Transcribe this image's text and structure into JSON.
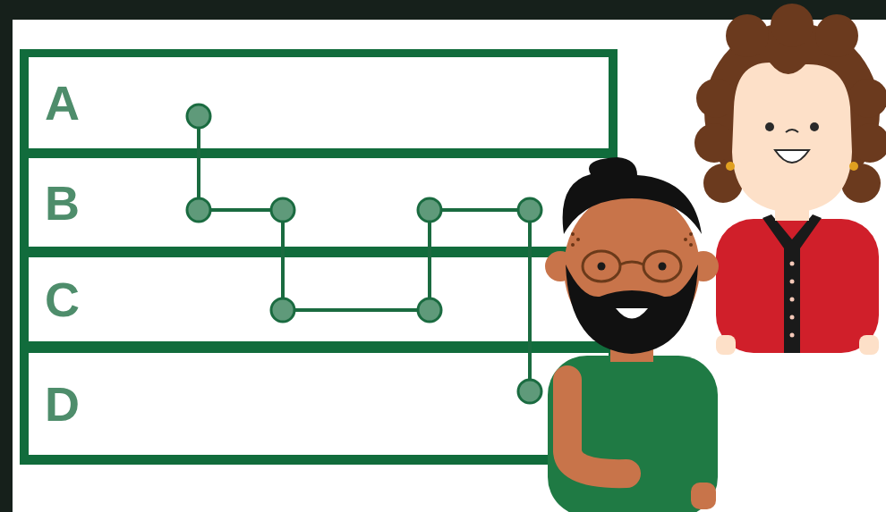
{
  "diagram": {
    "nodes": [
      {
        "text": [
          "A"
        ]
      },
      {
        "text": [
          "B"
        ]
      },
      {
        "text": [
          "C"
        ]
      },
      {
        "text": [
          "D"
        ]
      }
    ],
    "edges": [
      {
        "from": 0,
        "to": 1,
        "arrow": "none"
      },
      {
        "from": 1,
        "to": 2,
        "arrow": "none"
      },
      {
        "from": 2,
        "to": 1,
        "arrow": "none"
      },
      {
        "from": 1,
        "to": 3,
        "arrow": "none"
      }
    ]
  }
}
